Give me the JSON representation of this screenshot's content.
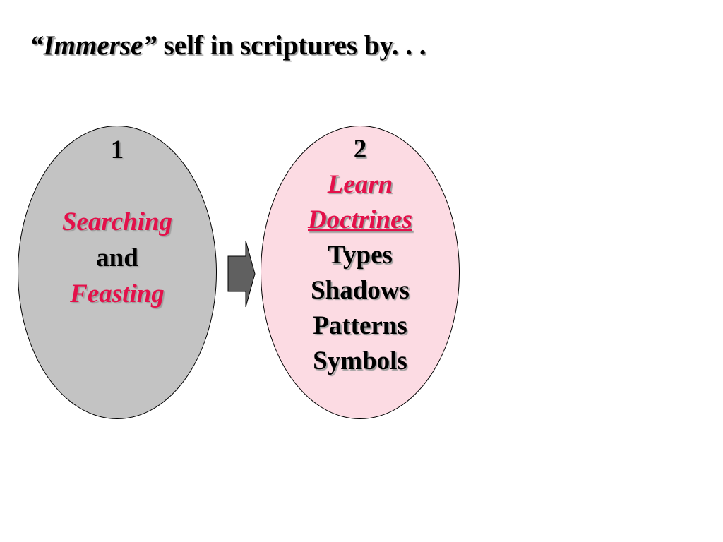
{
  "title": {
    "quoted": "“Immerse”",
    "rest": " self in scriptures by. . ."
  },
  "step_one": {
    "number": "1",
    "line_1": "Searching",
    "line_2": "and",
    "line_3": "Feasting"
  },
  "step_two": {
    "number": "2",
    "heading_1": "Learn",
    "heading_2": "Doctrines",
    "items": [
      "Types",
      "Shadows",
      "Patterns",
      "Symbols"
    ]
  },
  "colors": {
    "oval_one_fill": "#c3c3c3",
    "oval_two_fill": "#fcdbe3",
    "accent_red": "#e4104a",
    "arrow_fill": "#606060"
  },
  "icons": {
    "connector": "right-arrow-icon"
  }
}
